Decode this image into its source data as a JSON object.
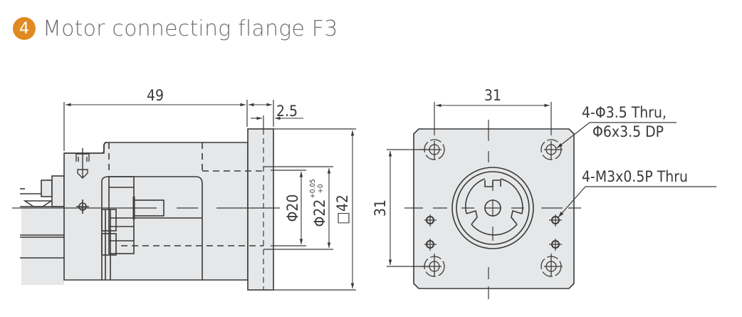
{
  "title": {
    "number": "4",
    "text": "Motor connecting flange F3",
    "badge_color": "#e08a22",
    "text_color": "#6d6e71"
  },
  "colors": {
    "part_fill": "#e6e7e8",
    "line": "#3a3a3a"
  },
  "side_view": {
    "dimensions": {
      "length": "49",
      "flange_thickness": "2.5",
      "pilot_dia": "Φ20",
      "bore_dia": "Φ22",
      "bore_tol_upper": "+0.05",
      "bore_tol_lower": "+0",
      "flange_square": "□42"
    }
  },
  "front_view": {
    "dimensions": {
      "hole_pitch_horizontal": "31",
      "hole_pitch_vertical": "31"
    },
    "callouts": {
      "counterbore_line1": "4-Φ3.5 Thru,",
      "counterbore_line2": "Φ6x3.5 DP",
      "tapped_holes": "4-M3x0.5P Thru"
    }
  }
}
